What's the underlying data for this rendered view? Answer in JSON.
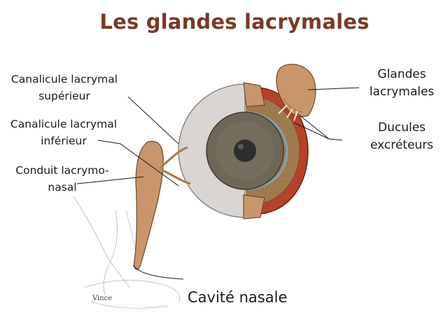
{
  "title": "Les glandes lacrymales",
  "labels": {
    "canalicule_superieur": [
      "Canalicule lacrymal",
      "supérieur"
    ],
    "canalicule_inferieur": [
      "Canalicule lacrymal",
      "inférieur"
    ],
    "conduit_lacrymo_nasal": [
      "Conduit lacrymo-",
      "nasal"
    ],
    "glandes_lacrymales": [
      "Glandes",
      "lacrymales"
    ],
    "ducules_excreteurs": [
      "Ducules",
      "excréteurs"
    ],
    "cavite_nasale": "Cavité nasale"
  },
  "signature": "Vince",
  "colors": {
    "title": "#7a3a22",
    "eye_white": "#d9d6d3",
    "iris": "#6e6656",
    "sclera_red": "#b8412a",
    "duct_tan": "#c8966a"
  }
}
